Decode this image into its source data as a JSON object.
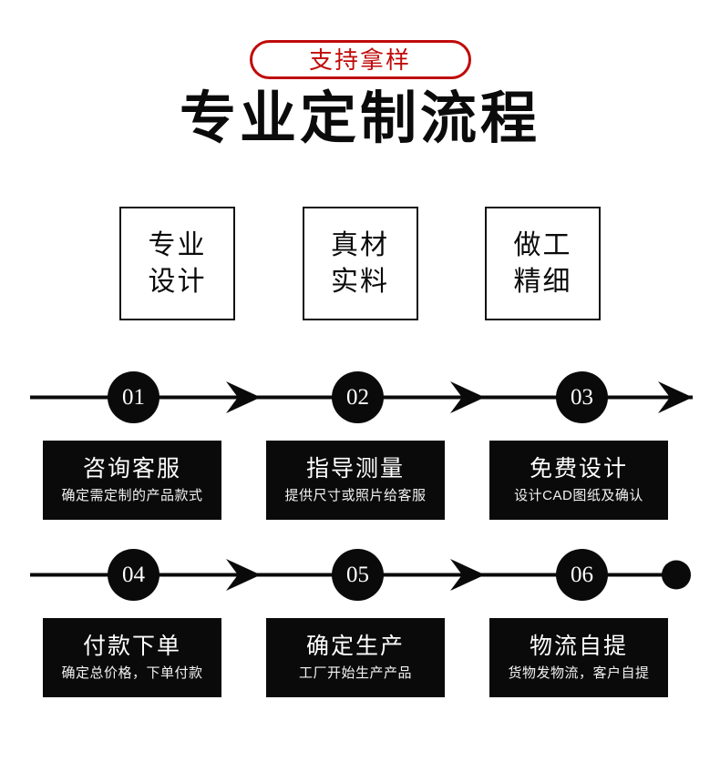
{
  "badge": {
    "text": "支持拿样",
    "border_color": "#c00a0a",
    "text_color": "#c00a0a"
  },
  "title": "专业定制流程",
  "features": [
    {
      "line1": "专业",
      "line2": "设计"
    },
    {
      "line1": "真材",
      "line2": "实料"
    },
    {
      "line1": "做工",
      "line2": "精细"
    }
  ],
  "rows": [
    {
      "end_marker": "arrow",
      "steps": [
        {
          "number": "01",
          "title": "咨询客服",
          "sub": "确定需定制的产品款式"
        },
        {
          "number": "02",
          "title": "指导测量",
          "sub": "提供尺寸或照片给客服"
        },
        {
          "number": "03",
          "title": "免费设计",
          "sub": "设计CAD图纸及确认"
        }
      ]
    },
    {
      "end_marker": "dot",
      "steps": [
        {
          "number": "04",
          "title": "付款下单",
          "sub": "确定总价格，下单付款"
        },
        {
          "number": "05",
          "title": "确定生产",
          "sub": "工厂开始生产产品"
        },
        {
          "number": "06",
          "title": "物流自提",
          "sub": "货物发物流，客户自提"
        }
      ]
    }
  ],
  "colors": {
    "ink": "#0a0a0a",
    "accent_red": "#c00a0a",
    "page_bg": "#ffffff",
    "label_text": "#ffffff"
  }
}
